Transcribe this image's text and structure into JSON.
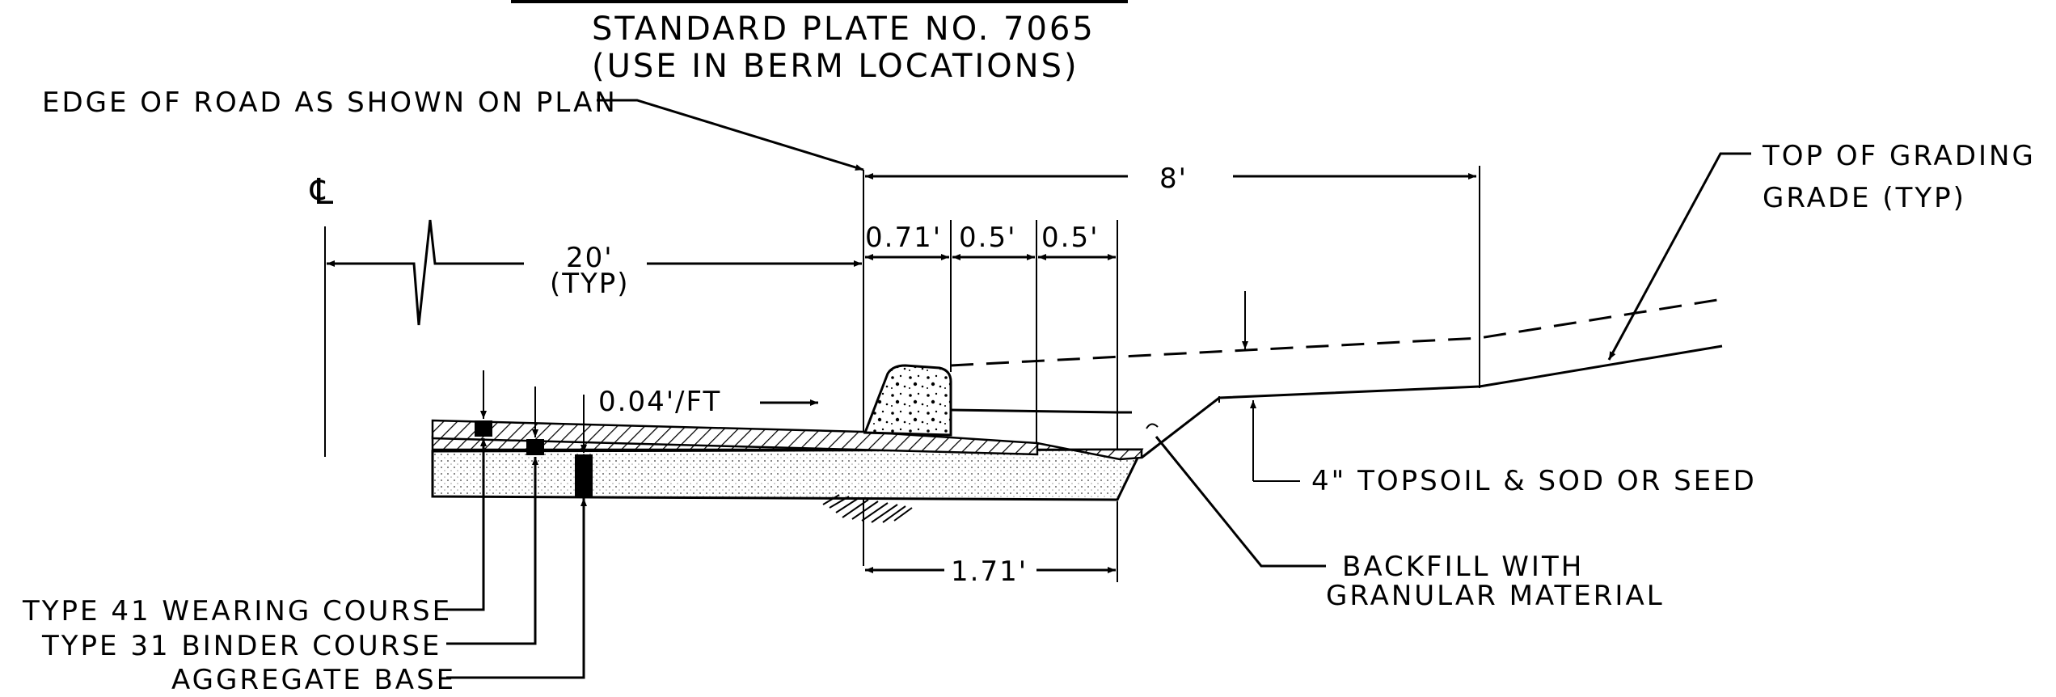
{
  "title": {
    "line1": "STANDARD PLATE NO. 7065",
    "line2": "(USE IN BERM LOCATIONS)"
  },
  "labels": {
    "edge_of_road": "EDGE OF ROAD AS SHOWN ON PLAN",
    "top_of_grading_1": "TOP OF GRADING",
    "top_of_grading_2": "GRADE (TYP)",
    "topsoil": "4\" TOPSOIL & SOD OR SEED",
    "backfill_1": "BACKFILL WITH",
    "backfill_2": "GRANULAR MATERIAL",
    "wearing_course": "TYPE 41 WEARING COURSE",
    "binder_course": "TYPE 31 BINDER COURSE",
    "aggregate_base": "AGGREGATE BASE",
    "slope": "0.04'/FT",
    "centerline": "℄"
  },
  "dimensions": {
    "dim_8": "8'",
    "dim_20": "20'",
    "dim_20_typ": "(TYP)",
    "dim_071": "0.71'",
    "dim_05_a": "0.5'",
    "dim_05_b": "0.5'",
    "dim_171": "1.71'"
  },
  "colors": {
    "ink": "#000000",
    "paper": "#ffffff"
  }
}
